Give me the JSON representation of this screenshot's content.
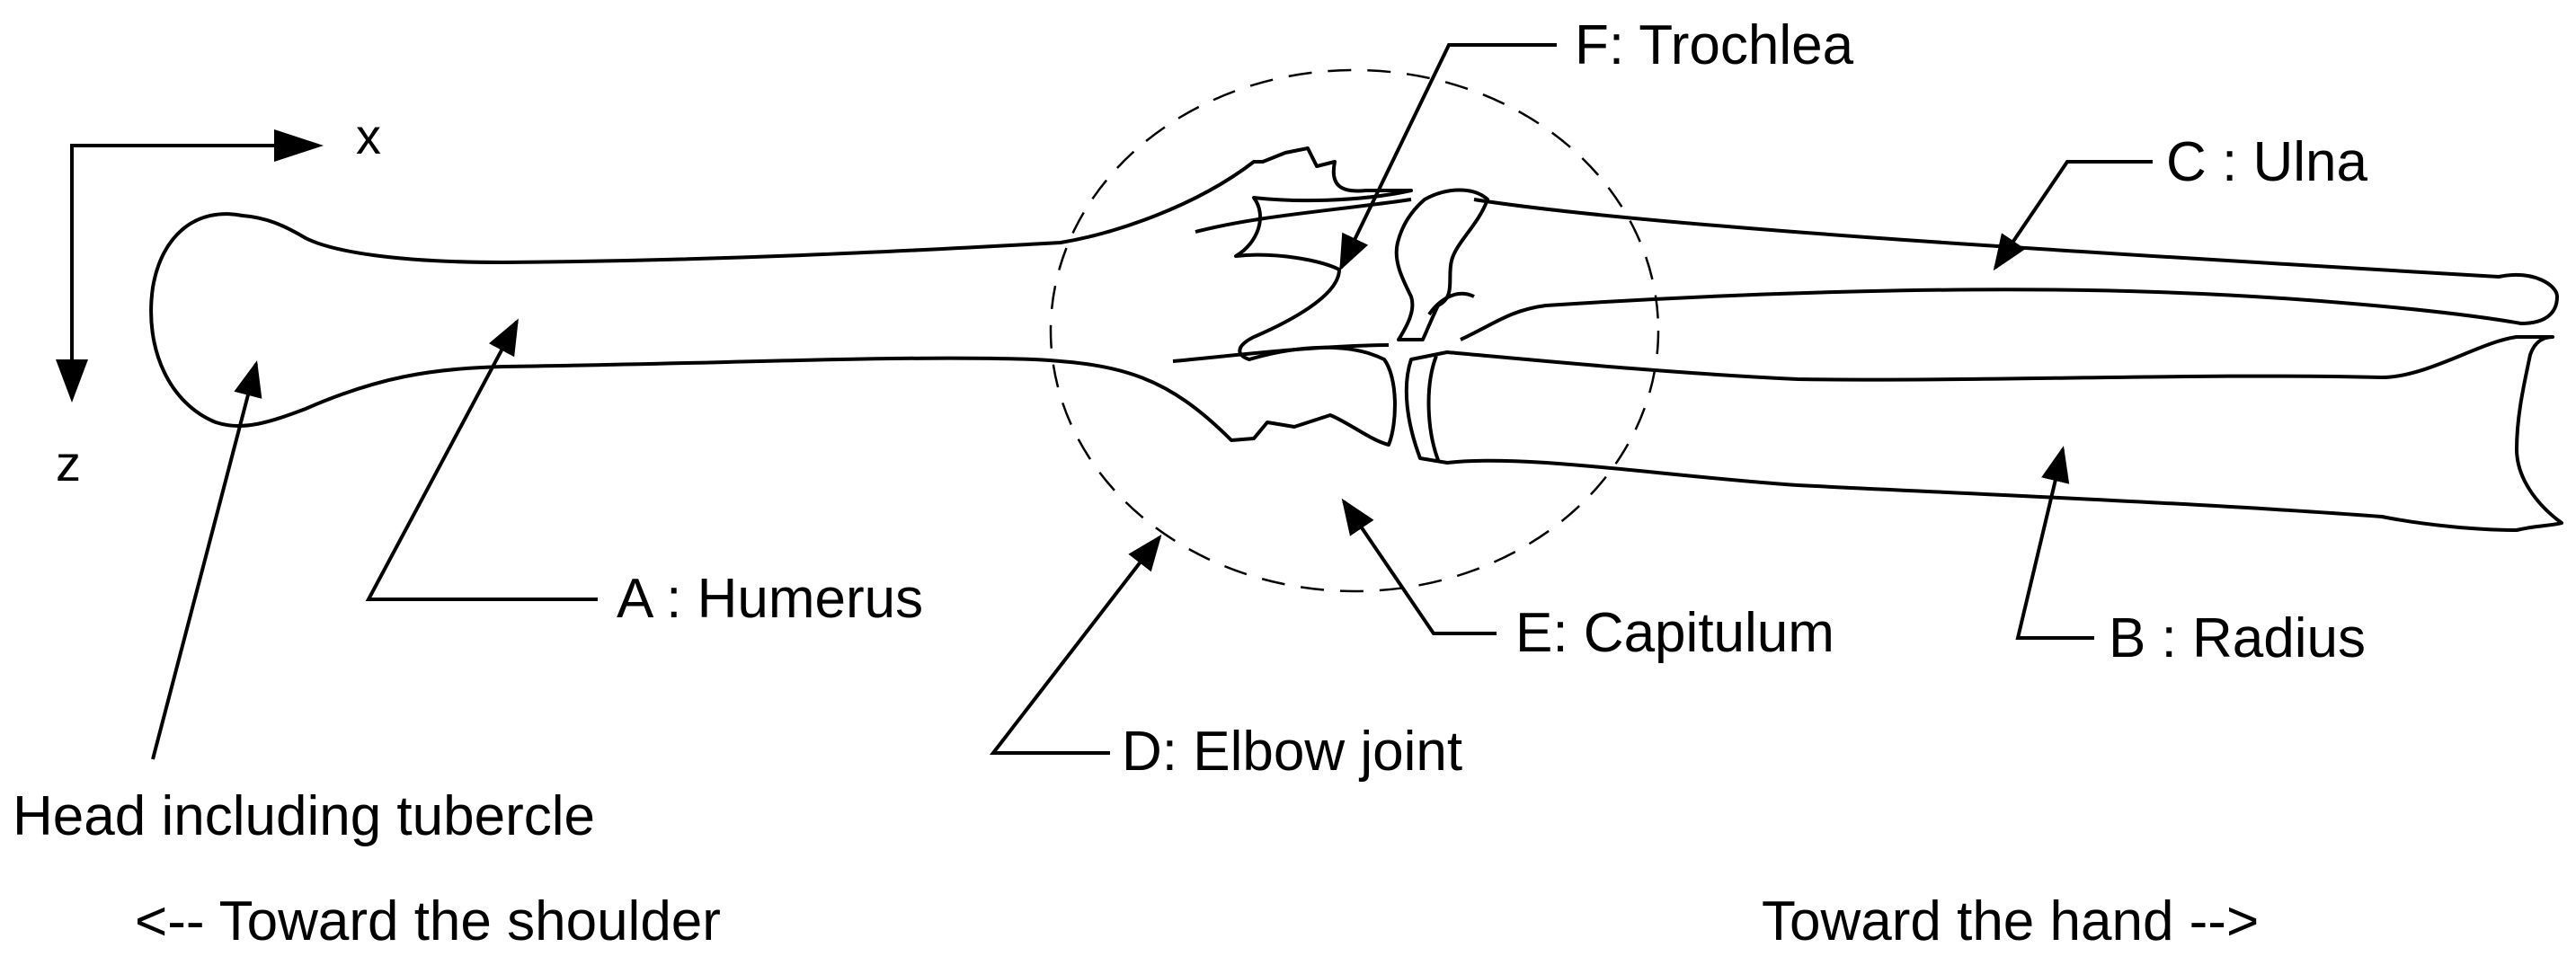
{
  "axes": {
    "x_label": "x",
    "z_label": "z"
  },
  "labels": {
    "humerus": "A : Humerus",
    "radius": "B : Radius",
    "ulna": "C :  Ulna",
    "elbow_joint": "D: Elbow joint",
    "capitulum": "E: Capitulum",
    "trochlea": "F: Trochlea",
    "head": "Head including tubercle"
  },
  "directions": {
    "shoulder": "<-- Toward the shoulder",
    "hand": "Toward the hand -->"
  },
  "colors": {
    "stroke": "#000000",
    "background": "#ffffff"
  }
}
